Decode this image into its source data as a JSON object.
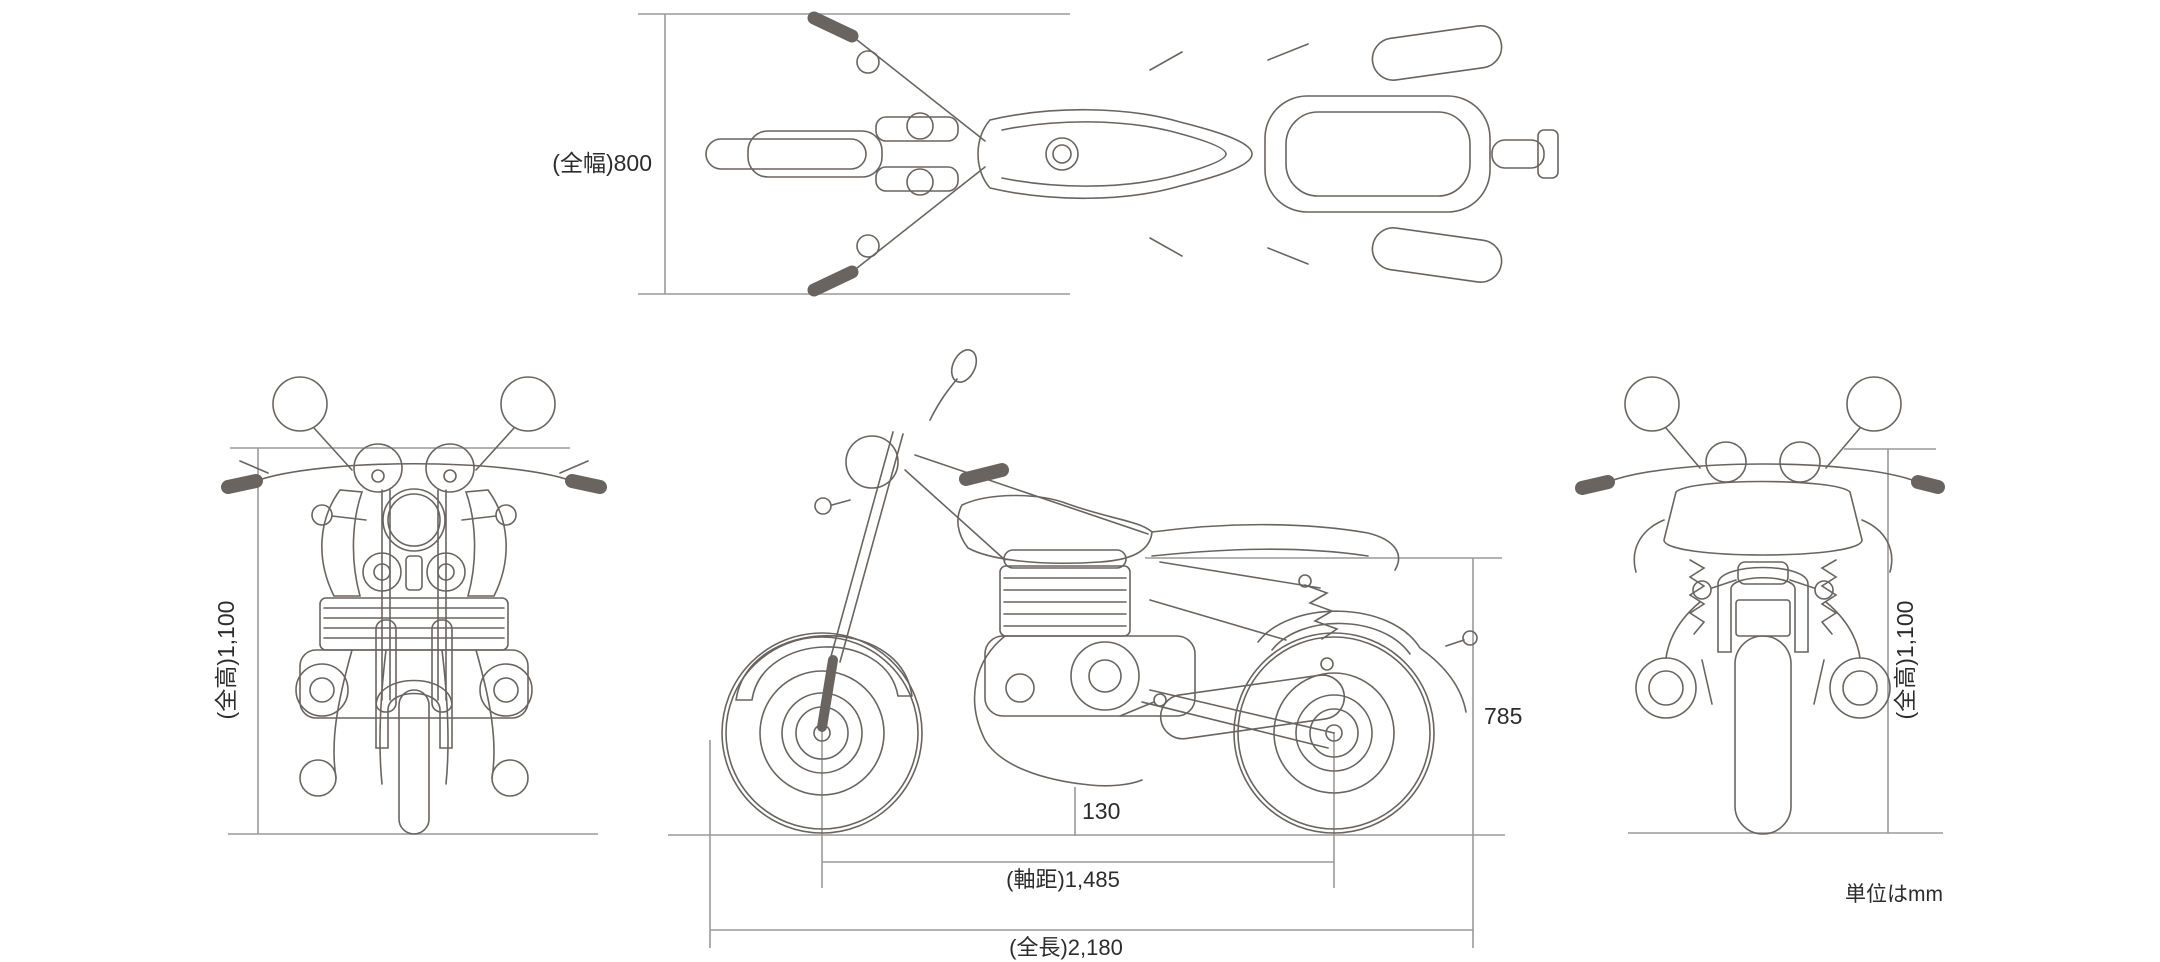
{
  "diagram": {
    "subject": "motorcycle-dimension-drawing",
    "views": {
      "top": "top view",
      "front": "front view",
      "side": "side view",
      "rear": "rear view"
    },
    "colors": {
      "background": "#ffffff",
      "drawing_line": "#6a6460",
      "dimension_line": "#9a9a9a",
      "text": "#2c2c2c"
    }
  },
  "dimensions": {
    "overall_width": {
      "label": "(全幅)800",
      "value": 800,
      "unit": "mm"
    },
    "overall_height_front": {
      "label": "(全高)1,100",
      "value": 1100,
      "unit": "mm"
    },
    "overall_height_rear": {
      "label": "(全高)1,100",
      "value": 1100,
      "unit": "mm"
    },
    "seat_height": {
      "label": "785",
      "value": 785,
      "unit": "mm"
    },
    "ground_clearance": {
      "label": "130",
      "value": 130,
      "unit": "mm"
    },
    "wheelbase": {
      "label": "(軸距)1,485",
      "value": 1485,
      "unit": "mm"
    },
    "overall_length": {
      "label": "(全長)2,180",
      "value": 2180,
      "unit": "mm"
    },
    "units_note": {
      "label": "単位はmm"
    }
  }
}
